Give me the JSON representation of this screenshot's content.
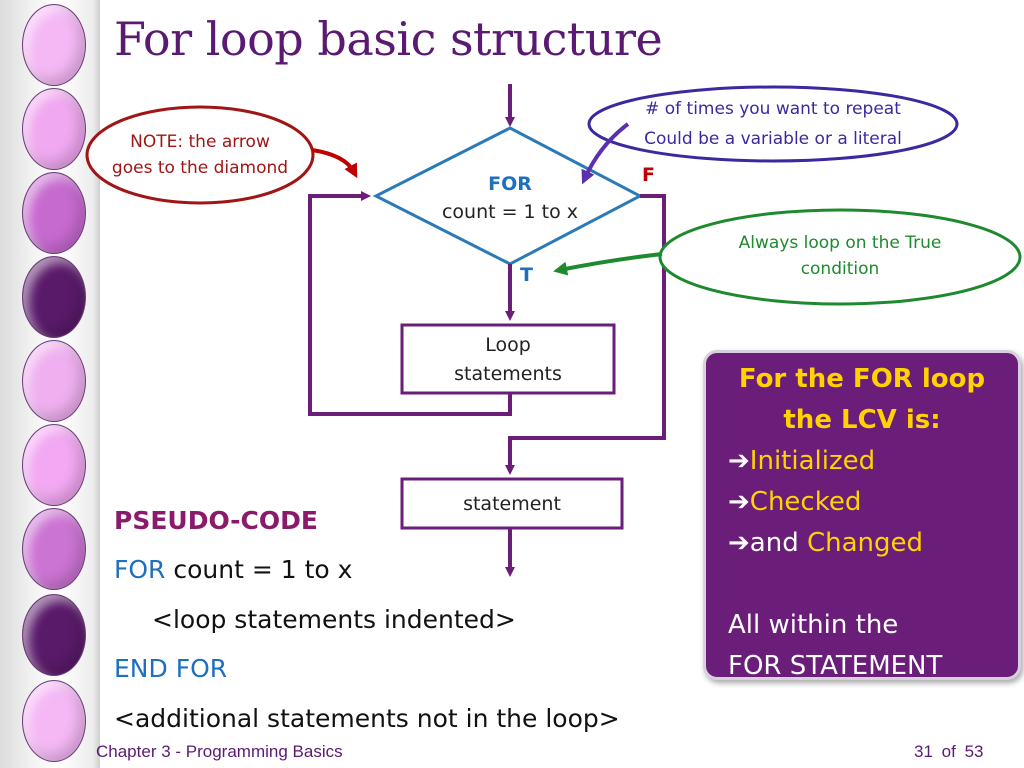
{
  "slide": {
    "title": "For loop basic structure",
    "footer_left": "Chapter 3 - Programming Basics",
    "page_current": "31",
    "page_of": "of",
    "page_total": "53"
  },
  "flowchart": {
    "diamond_line1": "FOR",
    "diamond_line2": "count = 1 to x",
    "false_label": "F",
    "true_label": "T",
    "loop_box_line1": "Loop",
    "loop_box_line2": "statements",
    "statement_box": "statement"
  },
  "callouts": {
    "note_line1": "NOTE: the arrow",
    "note_line2": "goes to the diamond",
    "repeat_line1": "# of times you want to repeat",
    "repeat_line2": "Could be a variable or a literal",
    "true_line1": "Always loop on the True",
    "true_line2": "condition"
  },
  "pseudocode": {
    "heading": "PSEUDO-CODE",
    "for_keyword": "FOR",
    "for_rest": " count = 1 to x",
    "body_line": "<loop statements indented>",
    "end_for": "END FOR",
    "after_line": "<additional statements not in the loop>"
  },
  "lcv_box": {
    "heading_line1": "For the FOR loop",
    "heading_line2": "the LCV is:",
    "arrow_glyph": "➔",
    "item1": "Initialized",
    "item2": "Checked",
    "item3_prefix": "and ",
    "item3_highlight": "Changed",
    "footer_line1": "All within the",
    "footer_line2": "FOR STATEMENT"
  },
  "colors": {
    "title_purple": "#5b1a72",
    "flow_blue": "#2a7ab8",
    "flow_purple": "#6a1d79",
    "keyword_blue": "#1f6fbf",
    "heading_magenta": "#8b1a6b",
    "false_red": "#c00000",
    "lcv_yellow": "#ffd200"
  },
  "pill_colors": [
    "#f5b8f5",
    "#f0a8f0",
    "#c76ad0",
    "#5a1a6a",
    "#f0b0f0",
    "#f2a8f2",
    "#cc74d4",
    "#5a1a6a",
    "#f5b8f5"
  ]
}
